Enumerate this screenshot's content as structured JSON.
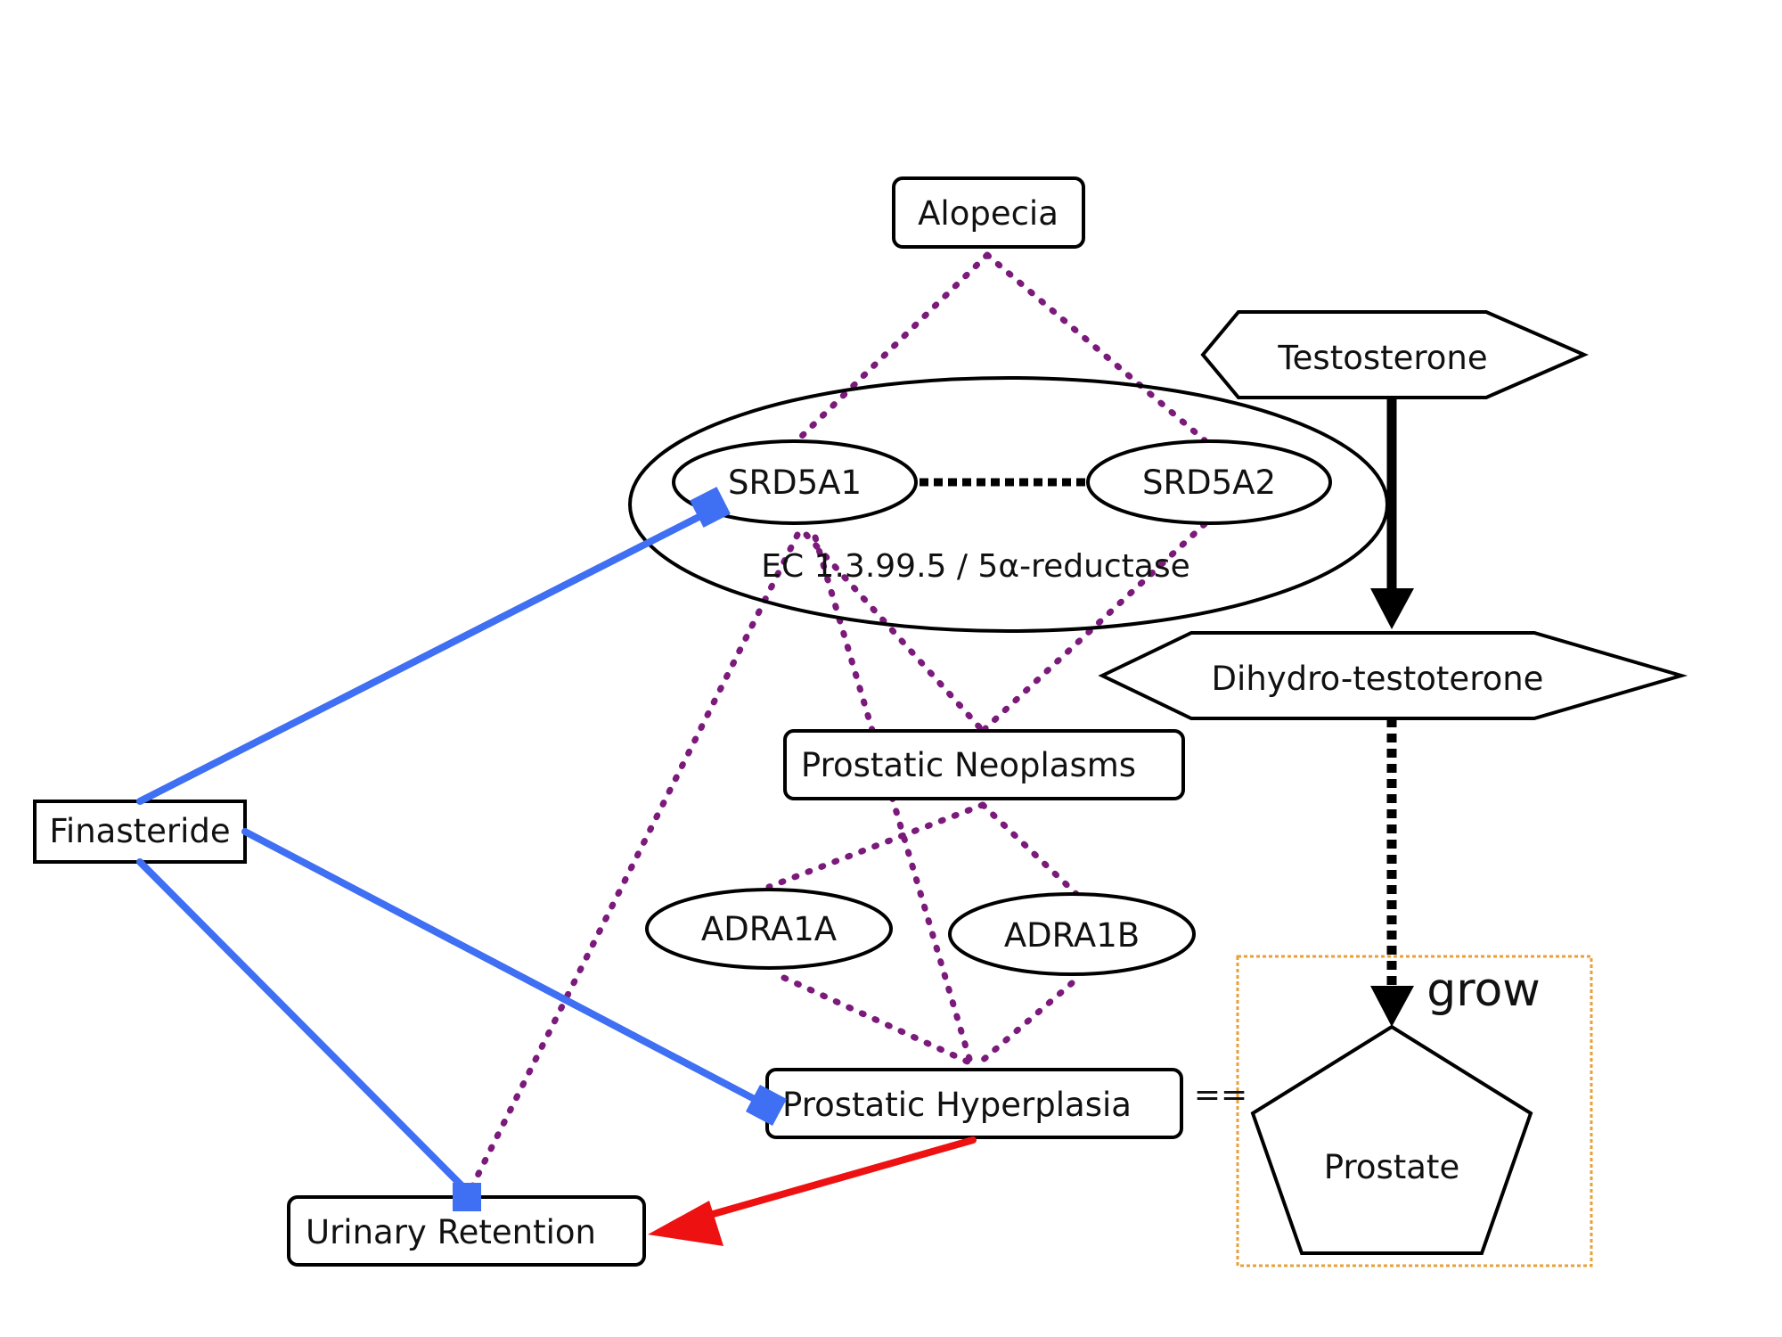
{
  "nodes": {
    "alopecia": "Alopecia",
    "testosterone": "Testosterone",
    "srd5a1": "SRD5A1",
    "srd5a2": "SRD5A2",
    "enzyme_group": "EC 1.3.99.5 / 5α-reductase",
    "dihydrotestosterone": "Dihydro-testoterone",
    "prostatic_neoplasms": "Prostatic Neoplasms",
    "finasteride": "Finasteride",
    "adra1a": "ADRA1A",
    "adra1b": "ADRA1B",
    "prostatic_hyperplasia": "Prostatic Hyperplasia",
    "prostate": "Prostate",
    "urinary_retention": "Urinary Retention"
  },
  "annotations": {
    "grow": "grow",
    "equivalence": "=="
  },
  "colors": {
    "association_edge": "#7b1a7b",
    "drug_edge": "#3f6ff2",
    "causes_edge": "#ee1111",
    "pathway_edge": "#000000",
    "tissue_box": "#e8a13a"
  }
}
